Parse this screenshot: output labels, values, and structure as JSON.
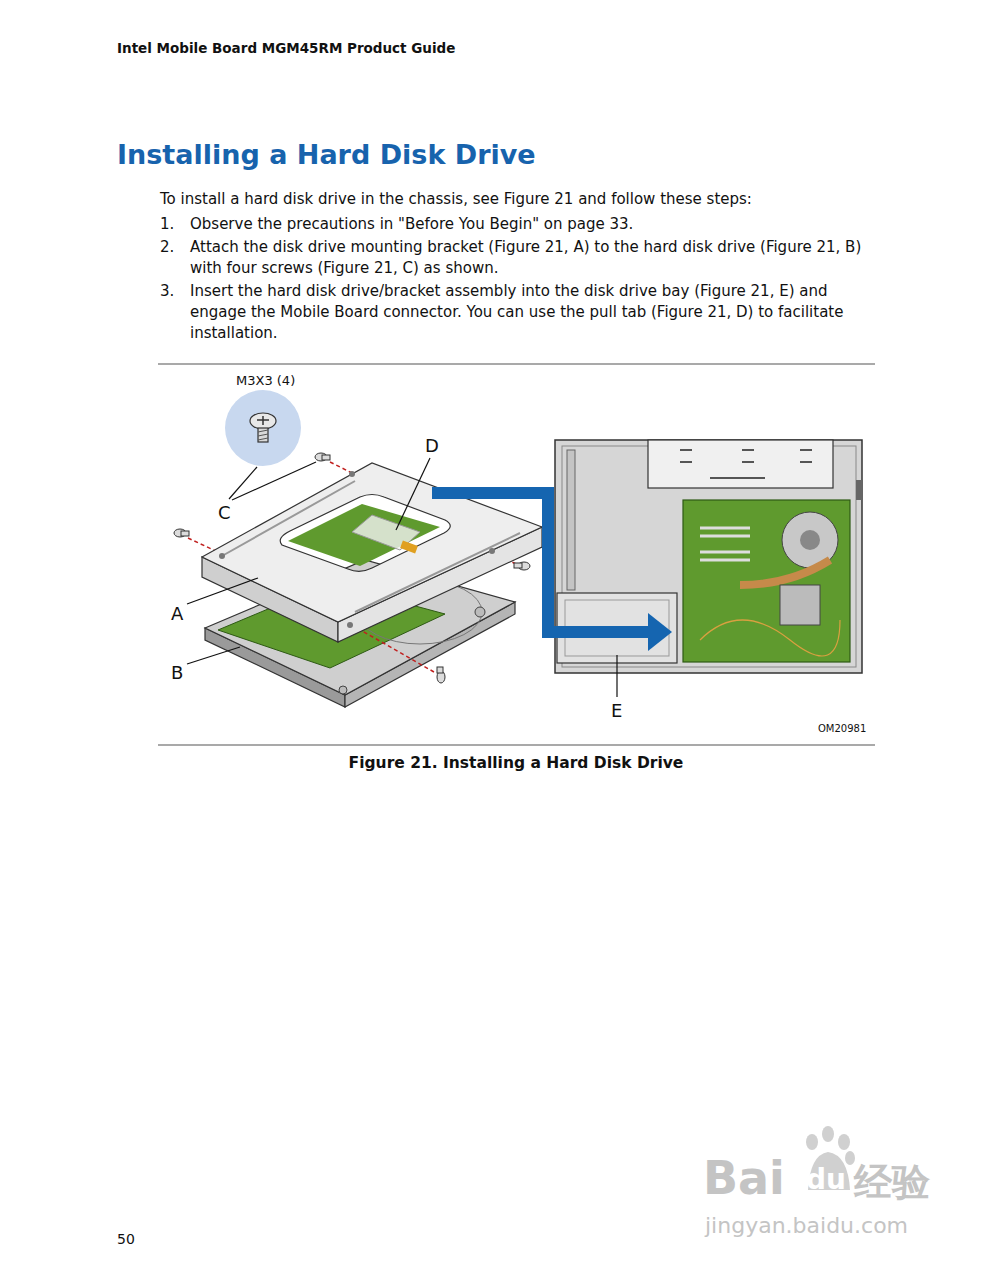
{
  "diagram": {
    "title": "Installing a Hard Disk Drive",
    "caption": "Figure 21. Installing a Hard Disk Drive",
    "labels": [
      "Intel Mobile Board MGM45RM Product Guide",
      "To install a hard disk drive in the chassis, see Figure 21 and follow these steps:",
      "1.",
      "Observe the precautions in \"Before You Begin\" on page 33.",
      "2.",
      "Attach the disk drive mounting bracket (Figure 21, A) to the hard disk drive (Figure 21, B) with four screws (Figure 21, C) as shown.",
      "3.",
      "Insert the hard disk drive/bracket assembly into the disk drive bay (Figure 21, E) and engage the Mobile Board connector. You can use the pull tab (Figure 21, D) to facilitate installation.",
      "M3X3 (4)",
      "C",
      "D",
      "A",
      "B",
      "E",
      "OM20981",
      "50",
      "Bai",
      "du",
      "经验",
      "jingyan.baidu.com"
    ]
  }
}
